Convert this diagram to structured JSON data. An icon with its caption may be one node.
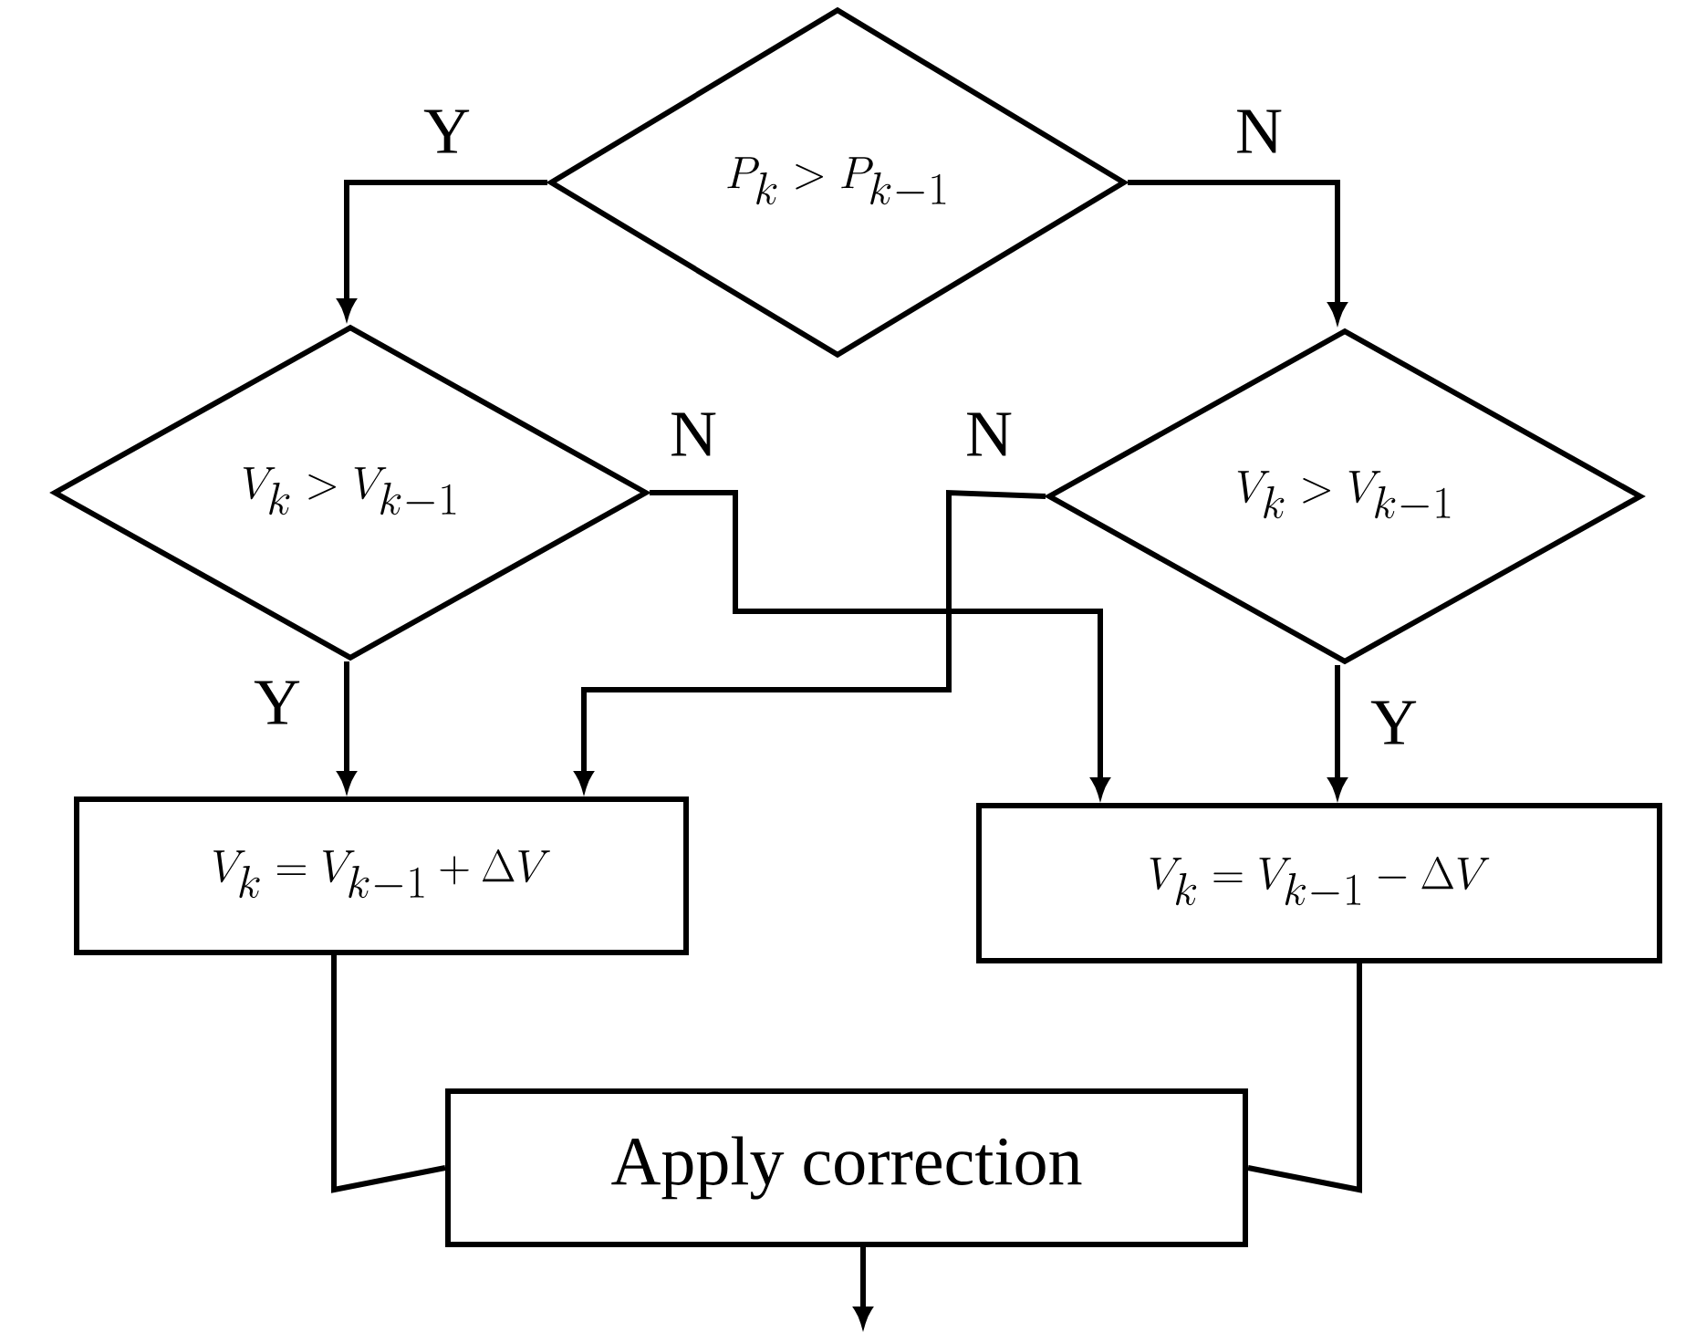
{
  "diagram": {
    "nodes": [
      {
        "text": [
          "P_k>P_{k-1}"
        ]
      },
      {
        "text": [
          "V_k>V_{k-1}"
        ]
      },
      {
        "text": [
          "V_k>V_{k-1}"
        ]
      },
      {
        "text": [
          "V_k=V_{k-1}+\\Delta V"
        ]
      },
      {
        "text": [
          "V_k=V_{k-1}-\\Delta V"
        ]
      },
      {
        "text": [
          "Apply correction"
        ]
      }
    ],
    "edges": [
      {
        "from": 0,
        "to": 1,
        "arrow": "to",
        "label": "Y"
      },
      {
        "from": 0,
        "to": 2,
        "arrow": "to",
        "label": "N"
      },
      {
        "from": 1,
        "to": 3,
        "arrow": "to",
        "label": "Y"
      },
      {
        "from": 1,
        "to": 4,
        "arrow": "to",
        "label": "N"
      },
      {
        "from": 2,
        "to": 3,
        "arrow": "to",
        "label": "N"
      },
      {
        "from": 2,
        "to": 4,
        "arrow": "to",
        "label": "Y"
      },
      {
        "from": 3,
        "to": 5,
        "arrow": "none"
      },
      {
        "from": 4,
        "to": 5,
        "arrow": "none"
      },
      {
        "from": 5,
        "to": null,
        "arrow": "to"
      }
    ]
  }
}
